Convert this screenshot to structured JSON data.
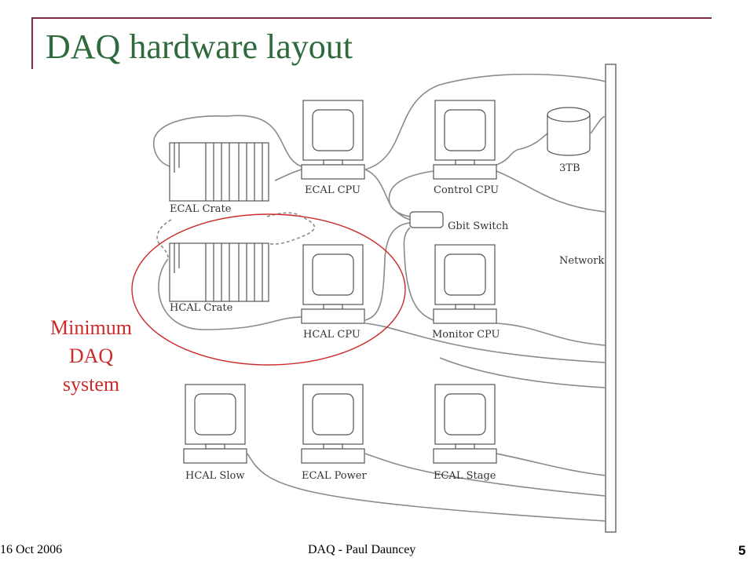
{
  "slide": {
    "title": "DAQ hardware layout",
    "annotation": [
      "Minimum",
      "DAQ",
      "system"
    ],
    "footer": {
      "date": "16 Oct 2006",
      "center": "DAQ - Paul Dauncey",
      "page": "5"
    }
  },
  "diagram": {
    "ecal_crate": "ECAL Crate",
    "hcal_crate": "HCAL Crate",
    "ecal_cpu": "ECAL CPU",
    "hcal_cpu": "HCAL CPU",
    "control_cpu": "Control CPU",
    "monitor_cpu": "Monitor CPU",
    "storage": "3TB",
    "gbit_switch": "Gbit Switch",
    "network": "Network",
    "hcal_slow": "HCAL Slow",
    "ecal_power": "ECAL Power",
    "ecal_stage": "ECAL Stage"
  },
  "colors": {
    "title": "#2e6a3c",
    "frame": "#7b2c4a",
    "annotation": "#cc2a2a",
    "wires": "#8a8a8a"
  }
}
